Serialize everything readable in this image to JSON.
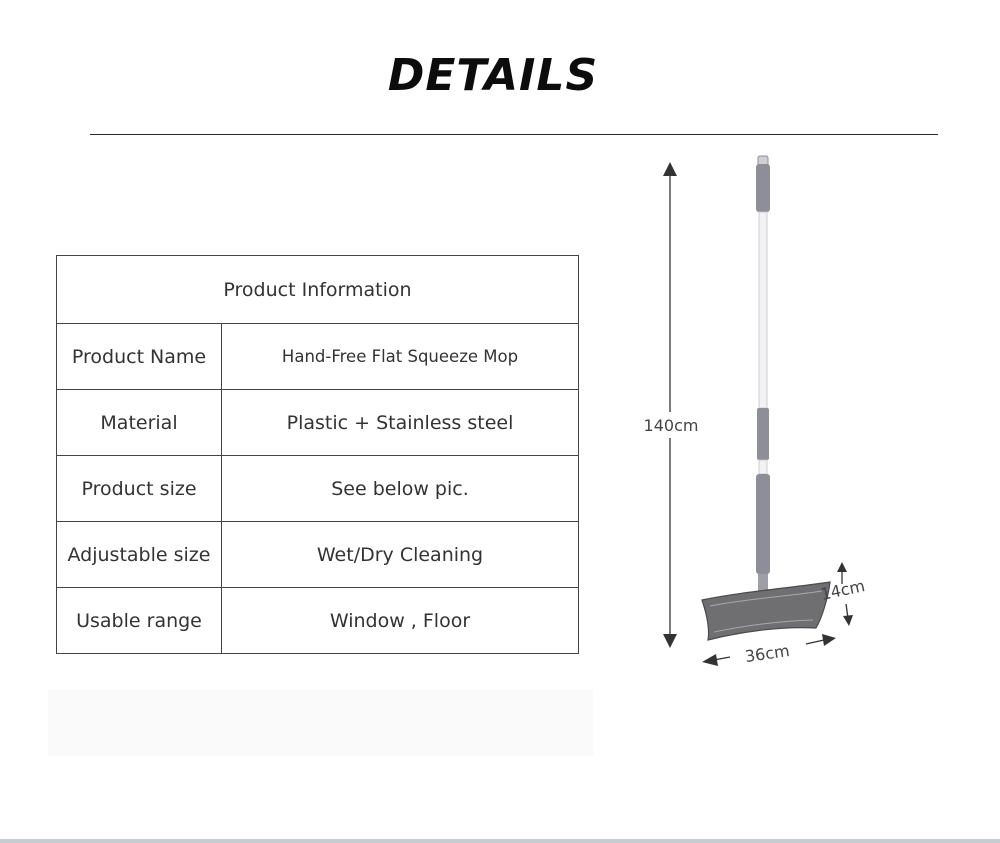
{
  "header": {
    "title": "DETAILS"
  },
  "product_table": {
    "heading": "Product Information",
    "rows": [
      {
        "label": "Product Name",
        "value": "Hand-Free Flat Squeeze Mop"
      },
      {
        "label": "Material",
        "value": "Plastic + Stainless steel"
      },
      {
        "label": "Product size",
        "value": "See below pic."
      },
      {
        "label": "Adjustable size",
        "value": "Wet/Dry Cleaning"
      },
      {
        "label": "Usable range",
        "value": "Window , Floor"
      }
    ]
  },
  "dimensions": {
    "height": "140cm",
    "width": "36cm",
    "depth": "14cm"
  },
  "colors": {
    "text": "#333333",
    "handle": "#8e8e98",
    "pad": "#6f6f72"
  }
}
